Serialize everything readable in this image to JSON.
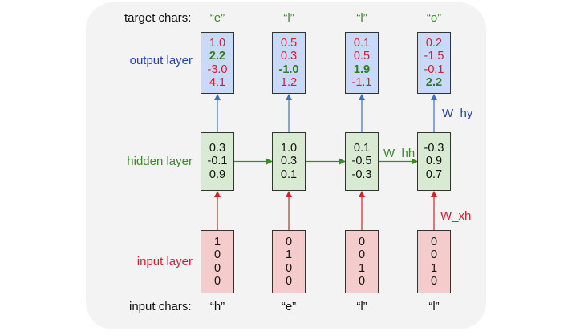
{
  "labels": {
    "target_chars": "target chars:",
    "output_layer": "output layer",
    "hidden_layer": "hidden layer",
    "input_layer": "input layer",
    "input_chars": "input chars:",
    "w_hy": "W_hy",
    "w_hh": "W_hh",
    "w_xh": "W_xh"
  },
  "columns": [
    {
      "target": "“e”",
      "input": "“h”",
      "output": [
        "1.0",
        "2.2",
        "-3.0",
        "4.1"
      ],
      "best_index": 1,
      "hidden": [
        "0.3",
        "-0.1",
        "0.9"
      ],
      "input_vec": [
        "1",
        "0",
        "0",
        "0"
      ]
    },
    {
      "target": "“l”",
      "input": "“e”",
      "output": [
        "0.5",
        "0.3",
        "-1.0",
        "1.2"
      ],
      "best_index": 2,
      "hidden": [
        "1.0",
        "0.3",
        "0.1"
      ],
      "input_vec": [
        "0",
        "1",
        "0",
        "0"
      ]
    },
    {
      "target": "“l”",
      "input": "“l”",
      "output": [
        "0.1",
        "0.5",
        "1.9",
        "-1.1"
      ],
      "best_index": 2,
      "hidden": [
        "0.1",
        "-0.5",
        "-0.3"
      ],
      "input_vec": [
        "0",
        "0",
        "1",
        "0"
      ]
    },
    {
      "target": "“o”",
      "input": "“l”",
      "output": [
        "0.2",
        "-1.5",
        "-0.1",
        "2.2"
      ],
      "best_index": 3,
      "hidden": [
        "-0.3",
        "0.9",
        "0.7"
      ],
      "input_vec": [
        "0",
        "0",
        "1",
        "0"
      ]
    }
  ],
  "colors": {
    "output_fill": "#c9daf8",
    "hidden_fill": "#d9ead3",
    "input_fill": "#f4cccc",
    "output_label": "#1f3fbf",
    "hidden_label": "#3a8a28",
    "input_label": "#e3172a",
    "arrow_up_out": "#3a6fd0",
    "arrow_hh": "#3a8a28",
    "arrow_in": "#d62222"
  }
}
